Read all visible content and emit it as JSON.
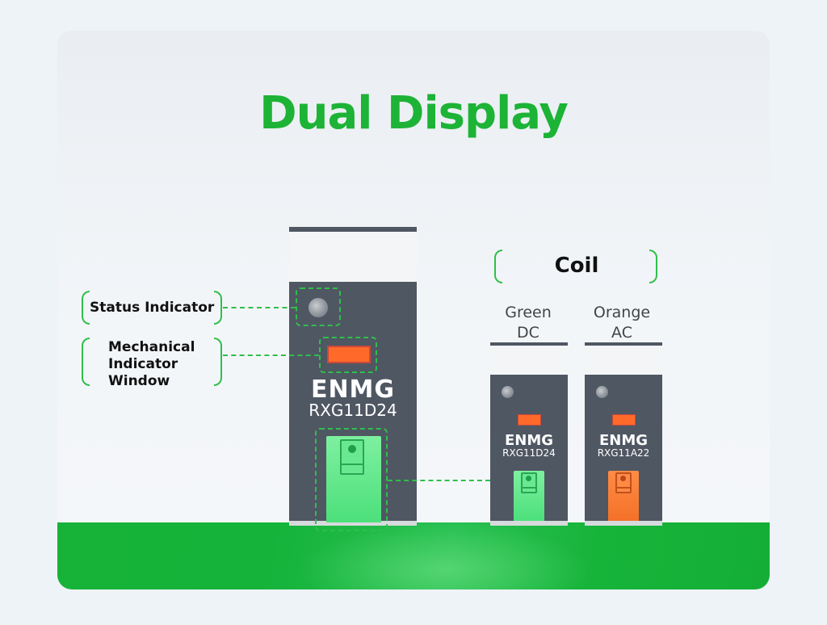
{
  "title": "Dual Display",
  "callouts": {
    "status_indicator": "Status Indicator",
    "mechanical_indicator_window": [
      "Mechanical",
      "Indicator",
      "Window"
    ]
  },
  "coil": {
    "heading": "Coil",
    "green": {
      "line1": "Green",
      "line2": "DC"
    },
    "orange": {
      "line1": "Orange",
      "line2": "AC"
    }
  },
  "relays": {
    "large": {
      "brand": "ENMG",
      "model": "RXG11D24",
      "tab_color": "#4ce07b"
    },
    "small_green": {
      "brand": "ENMG",
      "model": "RXG11D24",
      "tab_color": "#4ce07b"
    },
    "small_orange": {
      "brand": "ENMG",
      "model": "RXG11A22",
      "tab_color": "#f47128"
    }
  },
  "colors": {
    "accent": "#1db336",
    "relay_body": "#4f5763",
    "indicator_window": "#ff6a2b"
  }
}
